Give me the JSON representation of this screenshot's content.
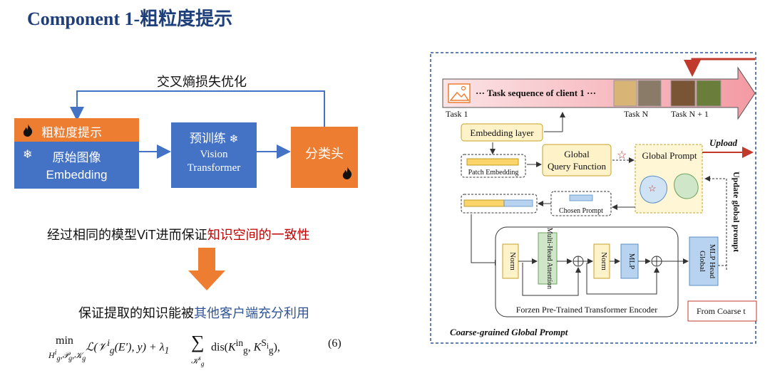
{
  "title": "Component 1-粗粒度提示",
  "left": {
    "loss_label": "交叉熵损失优化",
    "coarse_prompt": "粗粒度提示",
    "orig_line1": "原始图像",
    "orig_line2": "Embedding",
    "pretrain_line1": "预训练",
    "pretrain_line2": "Vision",
    "pretrain_line3": "Transformer",
    "head": "分类头",
    "stmt1_main": "经过相同的模型ViT进而保证",
    "stmt1_highlight": "知识空间的一致性",
    "stmt2_main": "保证提取的知识能被",
    "stmt2_highlight": "其他客户端充分利用",
    "equation_number": "(6)"
  },
  "diagram": {
    "task1": "Task 1",
    "task_seq": "··· Task sequence of client 1 ···",
    "taskN": "Task N",
    "taskN1": "Task N + 1",
    "embedding_layer": "Embedding layer",
    "patch_embedding": "Patch Embedding",
    "gqf_line1": "Global",
    "gqf_line2": "Query Function",
    "global_prompt": "Global Prompt",
    "upload": "Upload",
    "update_global_prompt": "Update global prompt",
    "chosen_prompt": "Chosen Prompt",
    "norm": "Norm",
    "mha": "Multi-Head Attention",
    "mlp": "MLP",
    "gmlp_line1": "Global",
    "gmlp_line2": "MLP Head",
    "encoder": "Forzen Pre-Trained Transformer Encoder",
    "from_coarse": "From Coarse t",
    "caption": "Coarse-grained Global Prompt"
  },
  "colors": {
    "title": "#1f3f7a",
    "orange": "#ed7d31",
    "blue": "#4472c4",
    "red": "#c00000",
    "accent_blue": "#2f5597"
  }
}
